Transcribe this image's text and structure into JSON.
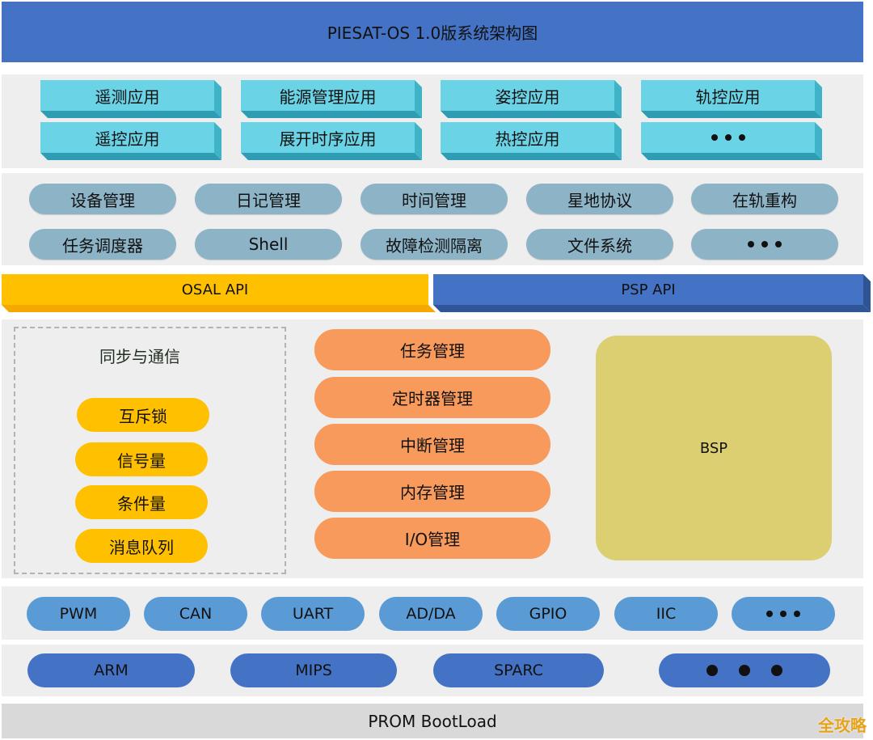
{
  "title": "PIESAT-OS 1.0版系统架构图",
  "apps": [
    "遥测应用",
    "能源管理应用",
    "姿控应用",
    "轨控应用",
    "遥控应用",
    "展开时序应用",
    "热控应用",
    "..."
  ],
  "services": [
    "设备管理",
    "日记管理",
    "时间管理",
    "星地协议",
    "在轨重构",
    "任务调度器",
    "Shell",
    "故障检测隔离",
    "文件系统",
    "..."
  ],
  "osal_api": "OSAL API",
  "psp_api": "PSP API",
  "sync": {
    "title": "同步与通信",
    "items": [
      "互斥锁",
      "信号量",
      "条件量",
      "消息队列"
    ]
  },
  "kernel": [
    "任务管理",
    "定时器管理",
    "中断管理",
    "内存管理",
    "I/O管理"
  ],
  "bsp": "BSP",
  "drivers": [
    "PWM",
    "CAN",
    "UART",
    "AD/DA",
    "GPIO",
    "IIC",
    "..."
  ],
  "cpus": [
    "ARM",
    "MIPS",
    "SPARC",
    "..."
  ],
  "bootload": "PROM BootLoad",
  "watermark": "全攻略"
}
